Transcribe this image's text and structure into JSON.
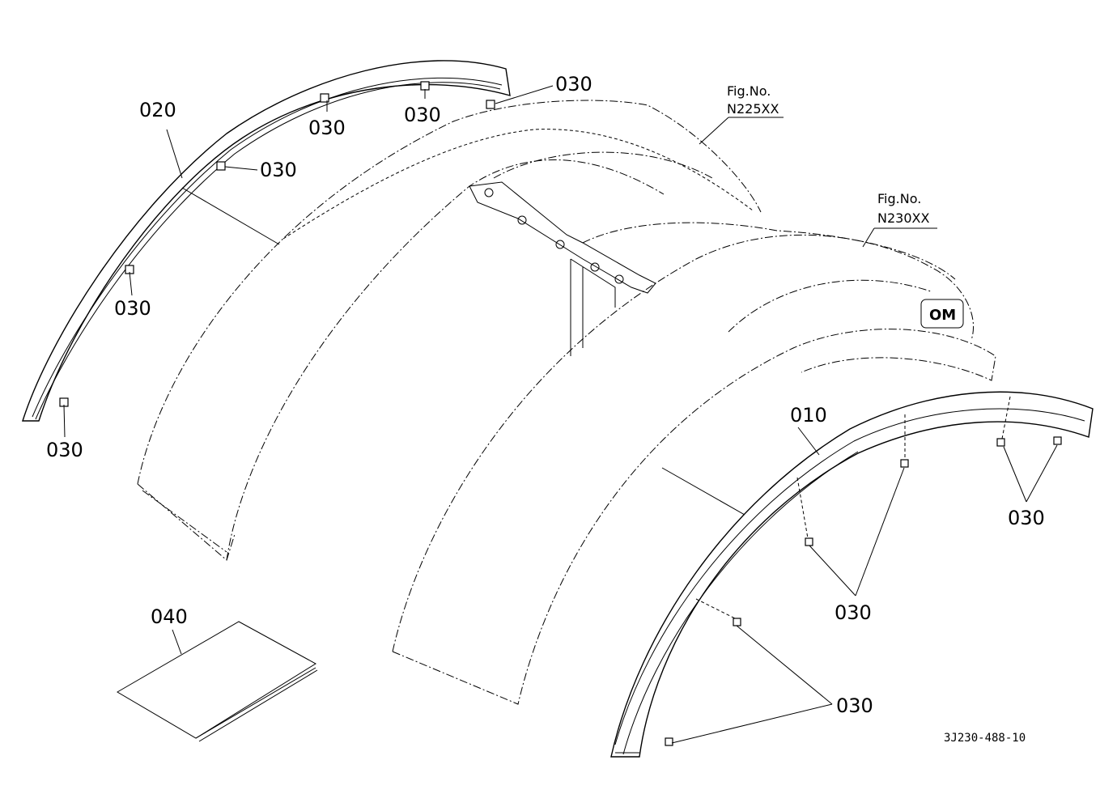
{
  "drawing_code": "3J230-488-10",
  "fig_refs": [
    {
      "id": "fig-n225",
      "line1": "Fig.No.",
      "line2": "N225XX"
    },
    {
      "id": "fig-n230",
      "line1": "Fig.No.",
      "line2": "N230XX"
    }
  ],
  "callouts": {
    "p020": "020",
    "p010": "010",
    "p040": "040",
    "c030_a": "030",
    "c030_b": "030",
    "c030_c": "030",
    "c030_d": "030",
    "c030_e": "030",
    "c030_f": "030",
    "c030_g": "030",
    "c030_h": "030",
    "c030_i": "030"
  }
}
